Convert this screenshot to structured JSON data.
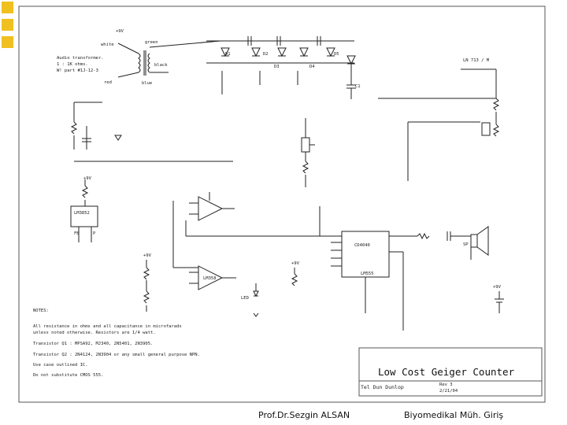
{
  "slide": {
    "footer_left": "Prof.Dr.Sezgin ALSAN",
    "footer_right": "Biyomedikal Müh. Giriş"
  },
  "schematic": {
    "title": "Low Cost Geiger Counter",
    "transformer": {
      "top": "white",
      "lines": [
        "Audio transformer.",
        "1 : 1K ohms.",
        "W! part #1J-12-3"
      ],
      "red": "red",
      "green": "green",
      "black": "black",
      "blue": "blue"
    },
    "diodes": [
      "D1",
      "D2",
      "D3",
      "D4",
      "D5"
    ],
    "cap_c1": "C1",
    "chip_555": "LM555",
    "chip_4040": "CD4040",
    "opamp_label": "LM358",
    "lm_device": "LM3852",
    "pin_labels": [
      "FB",
      "P"
    ],
    "speaker": "SP",
    "led": "LED",
    "meter_label": "LN 713 / M",
    "supply_labels": [
      "+9V",
      "+9V",
      "+9V",
      "+9V",
      "+9V"
    ],
    "notes_title": "NOTES:",
    "notes": [
      "All resistance in ohms and all capacitance in microfarads",
      "unless noted otherwise. Resistors are 1/4 watt.",
      "Transistor Q1 : MPSA92, MJ340, 2N5401, 2N3905.",
      "Transistor Q2 : 2N4124, 2N3904 or any small general purpose NPN.",
      "Use case outlined IC.",
      "Do not substitute CMOS 555."
    ],
    "tb_left": "Tel Dun Dunlop",
    "tb_rev": "Rev 3",
    "tb_date": "2/21/04"
  }
}
